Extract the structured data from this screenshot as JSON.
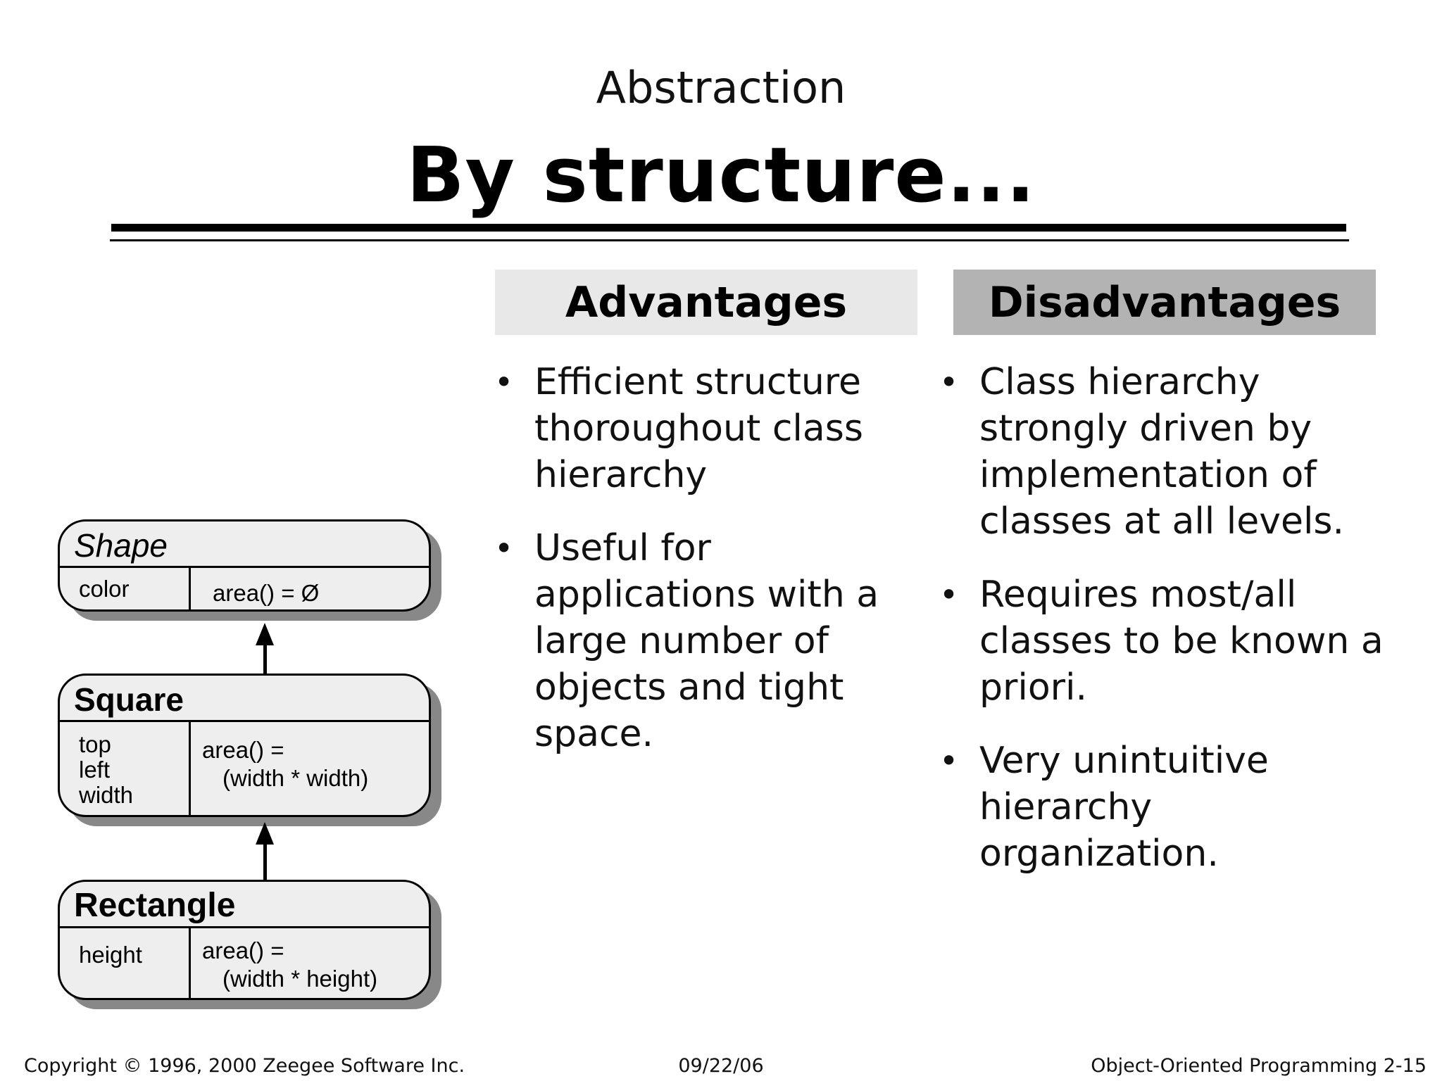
{
  "slide": {
    "supertitle": "Abstraction",
    "title": "By structure..."
  },
  "advantages": {
    "heading": "Advantages",
    "heading_bg": "#e8e8e8",
    "bullets": [
      "Efficient structure thoroughout class hierarchy",
      "Useful for applications with a large number of objects and tight space."
    ]
  },
  "disadvantages": {
    "heading": "Disadvantages",
    "heading_bg": "#b3b3b3",
    "bullets": [
      "Class hierarchy strongly driven by implementation of classes at all levels.",
      "Requires most/all classes to be known a priori.",
      "Very unintuitive hierarchy organization."
    ]
  },
  "diagram": {
    "classes": [
      {
        "name": "Shape",
        "attributes": [
          "color"
        ],
        "operation_line1": "area() = Ø",
        "operation_line2": ""
      },
      {
        "name": "Square",
        "attributes": [
          "top",
          "left",
          "width"
        ],
        "operation_line1": "area() =",
        "operation_line2": "(width * width)"
      },
      {
        "name": "Rectangle",
        "attributes": [
          "height"
        ],
        "operation_line1": "area() =",
        "operation_line2": "(width * height)"
      }
    ]
  },
  "footer": {
    "copyright": "Copyright © 1996, 2000 Zeegee Software Inc.",
    "date": "09/22/06",
    "course_page": "Object-Oriented Programming 2-15"
  }
}
